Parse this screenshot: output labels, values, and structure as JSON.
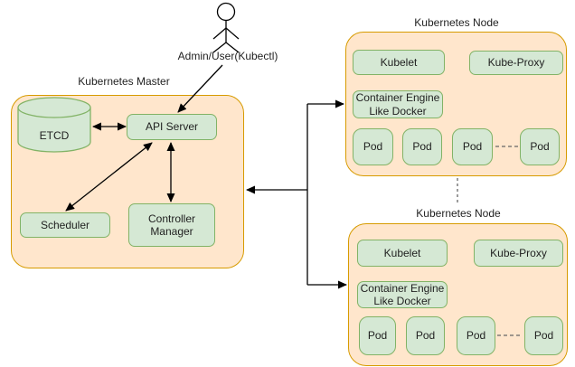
{
  "actor": {
    "label": "Admin/User(Kubectl)"
  },
  "master": {
    "title": "Kubernetes Master",
    "etcd_label": "ETCD",
    "api_server_label": "API Server",
    "scheduler_label": "Scheduler",
    "controller_manager_label": "Controller Manager"
  },
  "nodes": [
    {
      "title": "Kubernetes Node",
      "kubelet_label": "Kubelet",
      "kube_proxy_label": "Kube-Proxy",
      "container_engine_label": "Container Engine Like Docker",
      "pods": [
        "Pod",
        "Pod",
        "Pod",
        "Pod"
      ]
    },
    {
      "title": "Kubernetes Node",
      "kubelet_label": "Kubelet",
      "kube_proxy_label": "Kube-Proxy",
      "container_engine_label": "Container Engine Like Docker",
      "pods": [
        "Pod",
        "Pod",
        "Pod",
        "Pod"
      ]
    }
  ],
  "colors": {
    "container_fill": "#ffe6cc",
    "container_stroke": "#d79b00",
    "component_fill": "#d5e8d4",
    "component_stroke": "#82b366",
    "arrow": "#000000",
    "dashed_link": "#666666"
  }
}
